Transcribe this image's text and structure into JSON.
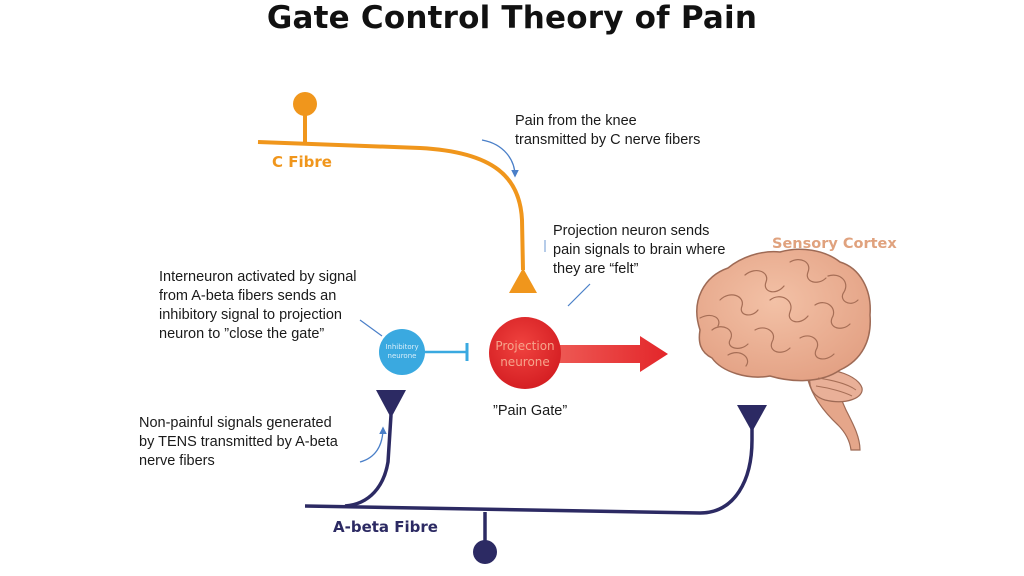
{
  "title": "Gate Control Theory of Pain",
  "labels": {
    "c_fibre": "C Fibre",
    "a_beta_fibre": "A-beta Fibre",
    "sensory_cortex": "Sensory Cortex",
    "inhibitory_line1": "Inhibitory",
    "inhibitory_line2": "neurone",
    "projection_line1": "Projection",
    "projection_line2": "neurone",
    "pain_gate": "”Pain Gate”"
  },
  "annotations": {
    "knee_line1": "Pain from the knee",
    "knee_line2": "transmitted by C nerve fibers",
    "projection_line1": "Projection neuron sends",
    "projection_line2": "pain signals to brain where",
    "projection_line3": "they are “felt”",
    "interneuron_line1": "Interneuron activated by signal",
    "interneuron_line2": "from A-beta fibers sends an",
    "interneuron_line3": "inhibitory signal to projection",
    "interneuron_line4": "neuron to ”close the gate”",
    "tens_line1": "Non-painful signals generated",
    "tens_line2": "by TENS transmitted by A-beta",
    "tens_line3": "nerve fibers"
  },
  "colors": {
    "c_fibre": "#f0961c",
    "a_beta_fibre": "#2c2a63",
    "inhibitory": "#3aa9e0",
    "projection": "#e3262a",
    "sensory_cortex_label": "#e0a27e",
    "brain": "#e8a98a",
    "pointer": "#4a7fc8"
  }
}
